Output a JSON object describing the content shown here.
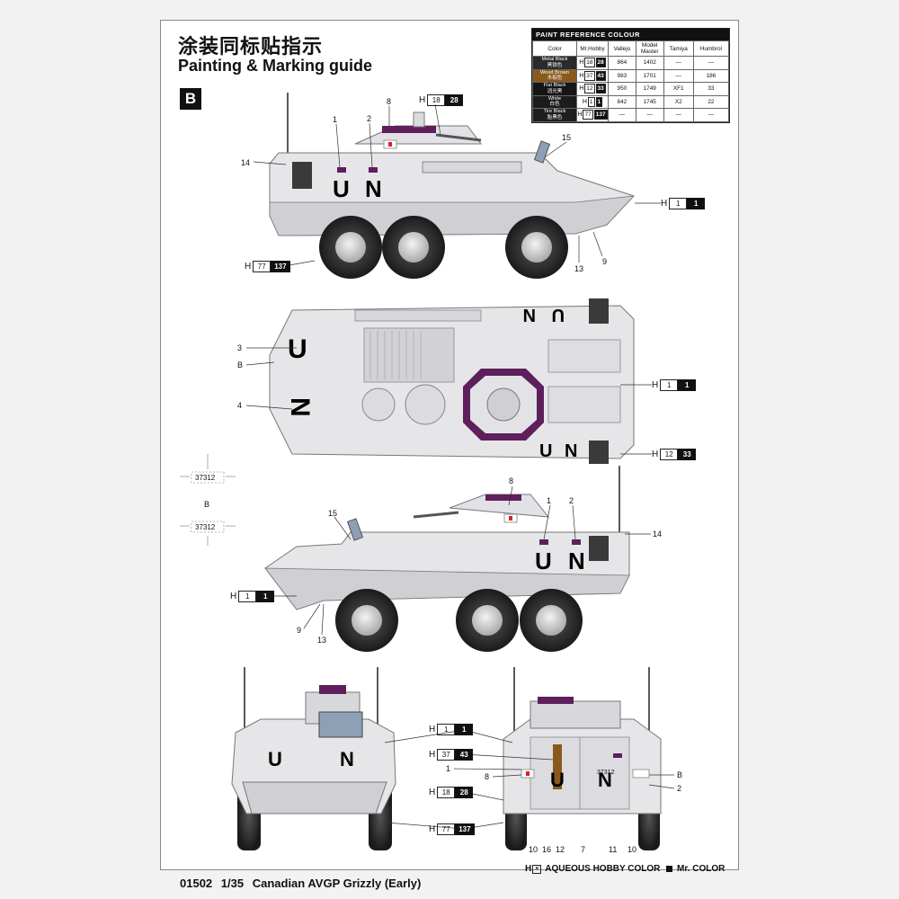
{
  "title_cn": "涂装同标贴指示",
  "title_en": "Painting & Marking guide",
  "scheme_letter": "B",
  "paint_table": {
    "header": "PAINT REFERENCE COLOUR",
    "columns": [
      "Color",
      "Mr.Hobby",
      "Vallejo",
      "Model Master",
      "Tamiya",
      "Humbrol"
    ],
    "rows": [
      {
        "name": "Metal Black",
        "name_cn": "黑铁色",
        "swatch": "#2a2a2a",
        "h1": "18",
        "h2": "28",
        "vallejo": "864",
        "model_master": "1402",
        "tamiya": "—",
        "humbrol": "—"
      },
      {
        "name": "Wood Brown",
        "name_cn": "木棕色",
        "swatch": "#8a5a1c",
        "h1": "37",
        "h2": "43",
        "vallejo": "983",
        "model_master": "1701",
        "tamiya": "—",
        "humbrol": "186"
      },
      {
        "name": "Flat Black",
        "name_cn": "消光黑",
        "swatch": "#151515",
        "h1": "12",
        "h2": "33",
        "vallejo": "950",
        "model_master": "1749",
        "tamiya": "XF1",
        "humbrol": "33"
      },
      {
        "name": "White",
        "name_cn": "白色",
        "swatch": "#1c1c1c",
        "h1": "1",
        "h2": "1",
        "vallejo": "842",
        "model_master": "1745",
        "tamiya": "X2",
        "humbrol": "22"
      },
      {
        "name": "Tire Black",
        "name_cn": "胎黑色",
        "swatch": "#1f1f1f",
        "h1": "77",
        "h2": "137",
        "vallejo": "—",
        "model_master": "—",
        "tamiya": "—",
        "humbrol": "—"
      }
    ]
  },
  "h_prefix": "H",
  "side_view_left": {
    "callouts": {
      "c1": "1",
      "c2": "2",
      "c8": "8",
      "c14": "14",
      "c15": "15",
      "c13": "13",
      "c9": "9"
    },
    "markings": "U N",
    "paint_turret": {
      "a": "18",
      "b": "28"
    },
    "paint_hull": {
      "a": "1",
      "b": "1"
    },
    "paint_tires": {
      "a": "77",
      "b": "137"
    }
  },
  "top_view": {
    "callouts": {
      "c3": "3",
      "cB": "B",
      "c4": "4"
    },
    "paint_hull": {
      "a": "1",
      "b": "1"
    },
    "paint_tail": {
      "a": "12",
      "b": "33"
    }
  },
  "plates": {
    "plate_a": "37312",
    "plate_b": "37312",
    "label": "B"
  },
  "side_view_right": {
    "callouts": {
      "c8": "8",
      "c1": "1",
      "c2": "2",
      "c15": "15",
      "c14": "14",
      "c9": "9",
      "c13": "13"
    },
    "markings": "U N",
    "paint_bow": {
      "a": "1",
      "b": "1"
    }
  },
  "rear_view": {
    "labels": {
      "h1a": "1",
      "h1b": "1",
      "h2a": "37",
      "h2b": "43",
      "h3a": "18",
      "h3b": "28",
      "h4a": "77",
      "h4b": "137"
    },
    "callouts_left": {
      "c1": "1",
      "c8": "8"
    },
    "callouts_right": {
      "cB": "B",
      "c2": "2"
    },
    "callouts_bottom": [
      "10",
      "16",
      "12",
      "7",
      "11",
      "10"
    ],
    "plate": "37312"
  },
  "footer": {
    "code": "01502",
    "scale": "1/35",
    "name": "Canadian AVGP Grizzly (Early)"
  },
  "legend": {
    "aqueous": "AQUEOUS HOBBY COLOR",
    "mr_color": "Mr. COLOR"
  },
  "colors": {
    "hull": "#e6e6e9",
    "hull_shade": "#c9c9ce",
    "tire": "#2b2b2b",
    "purple": "#5e1f5c",
    "black_box": "#111111"
  }
}
